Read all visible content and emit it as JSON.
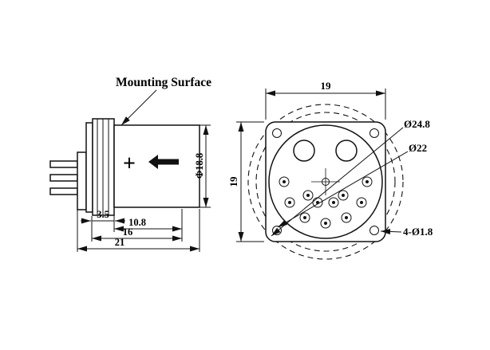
{
  "drawing": {
    "side_view": {
      "mounting_surface": "Mounting Surface",
      "plus_mark": "+",
      "dia_body": "Φ18.8",
      "dim_flange": "3.5",
      "dim_body": "10.8",
      "dim_mid": "16",
      "dim_total": "21"
    },
    "front_view": {
      "dim_width": "19",
      "dim_height": "19",
      "dia_outer": "Ø24.8",
      "dia_inner": "Ø22",
      "corner_holes": "4-Ø1.8"
    }
  }
}
